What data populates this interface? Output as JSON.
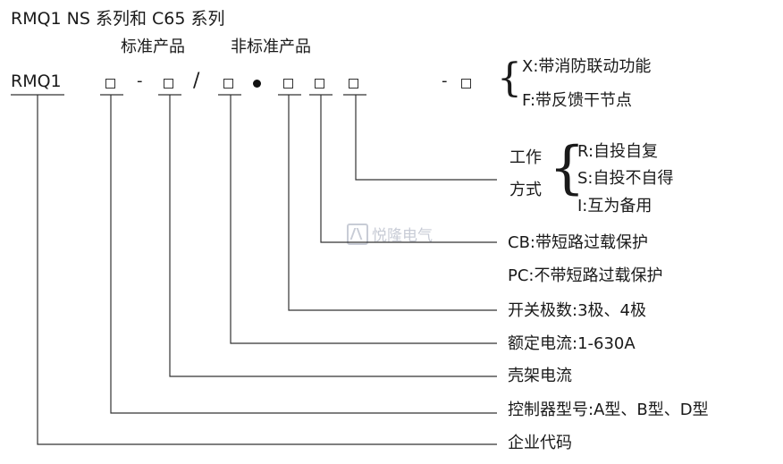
{
  "header": {
    "title": "RMQ1 NS 系列和 C65 系列",
    "standard_label": "标准产品",
    "nonstandard_label": "非标准产品"
  },
  "code": {
    "prefix": "RMQ1",
    "dash": "-",
    "slash": "/"
  },
  "fire_options": {
    "x": "X:带消防联动功能",
    "f": "F:带反馈干节点"
  },
  "mode": {
    "label_line1": "工作",
    "label_line2": "方式",
    "r": "R:自投自复",
    "s": "S:自投不自得",
    "i": "I:互为备用"
  },
  "watermark": {
    "text": "悦隆电气"
  },
  "descriptions": {
    "cb": "CB:带短路过载保护",
    "pc": "PC:不带短路过载保护",
    "poles": "开关极数:3极、4极",
    "rated_current": "额定电流:1-630A",
    "frame_current": "壳架电流",
    "controller": "控制器型号:A型、B型、D型",
    "company": "企业代码"
  }
}
